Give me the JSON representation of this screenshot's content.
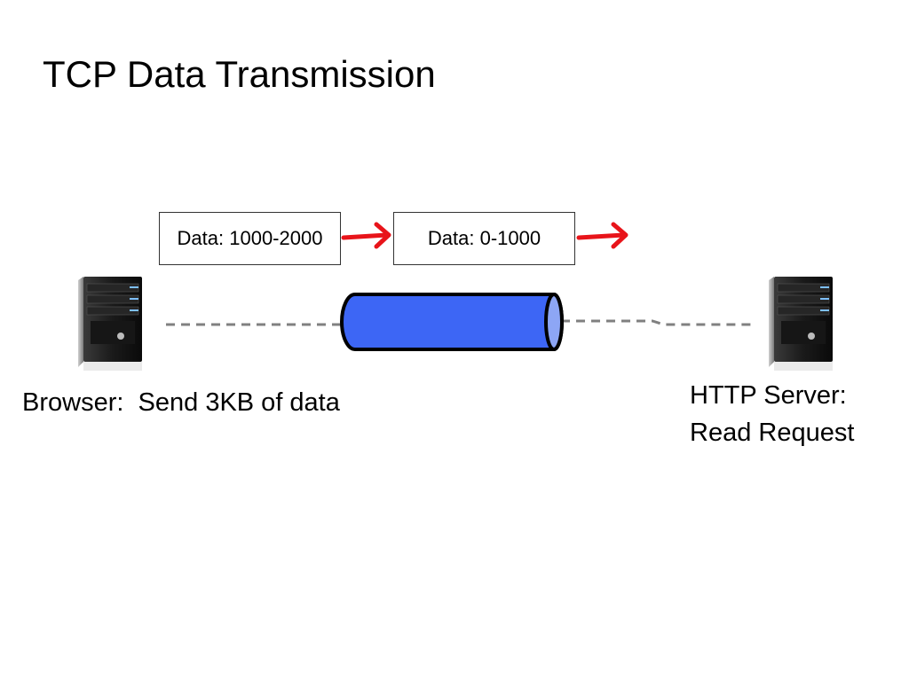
{
  "slide": {
    "title": "TCP Data Transmission"
  },
  "packets": [
    {
      "label": "Data: 1000-2000"
    },
    {
      "label": "Data: 0-1000"
    }
  ],
  "browser": {
    "caption": "Browser:  Send 3KB of data",
    "icon": "server-tower-icon"
  },
  "server": {
    "caption_line1": "HTTP Server:",
    "caption_line2": "Read Request",
    "icon": "server-tower-icon"
  },
  "colors": {
    "pipe_fill": "#3d66f5",
    "pipe_end": "#8da6f5",
    "arrow": "#e8141a",
    "dashed_line": "#808080"
  }
}
